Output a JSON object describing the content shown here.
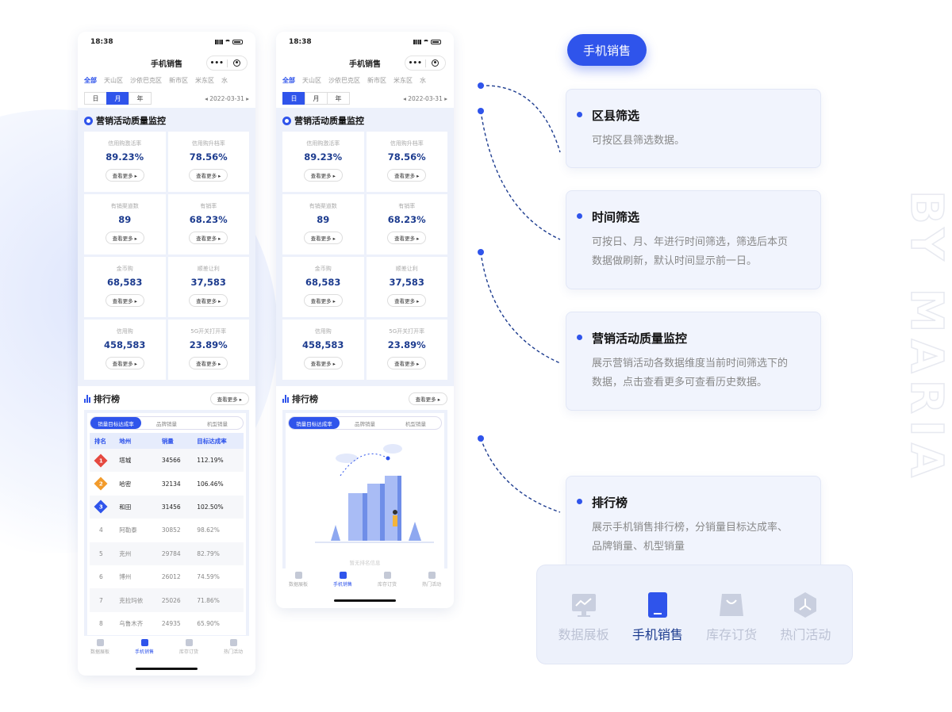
{
  "watermark": "BY MARIA",
  "phone": {
    "time": "18:38",
    "nav_title": "手机销售",
    "capsule_more": "•••",
    "districts": [
      "全部",
      "天山区",
      "沙依巴克区",
      "新市区",
      "米东区",
      "水"
    ],
    "time_tabs": [
      "日",
      "月",
      "年"
    ],
    "date": "◂ 2022-03-31 ▸",
    "section_title": "营销活动质量监控",
    "more_label": "查看更多 ▸",
    "metrics": [
      {
        "label": "信用购激活率",
        "value": "89.23%"
      },
      {
        "label": "信用购升档率",
        "value": "78.56%"
      },
      {
        "label": "有销渠道数",
        "value": "89"
      },
      {
        "label": "有销率",
        "value": "68.23%"
      },
      {
        "label": "金币购",
        "value": "68,583"
      },
      {
        "label": "顺差让利",
        "value": "37,583"
      },
      {
        "label": "信用购",
        "value": "458,583"
      },
      {
        "label": "5G开关打开率",
        "value": "23.89%"
      }
    ],
    "rank_title": "排行榜",
    "rank_tabs": [
      "销量目标达成率",
      "品牌销量",
      "机型销量"
    ],
    "table_headers": [
      "排名",
      "地州",
      "销量",
      "目标达成率"
    ],
    "rows": [
      [
        "1",
        "塔城",
        "34566",
        "112.19%"
      ],
      [
        "2",
        "哈密",
        "32134",
        "106.46%"
      ],
      [
        "3",
        "和田",
        "31456",
        "102.50%"
      ],
      [
        "4",
        "阿勒泰",
        "30852",
        "98.62%"
      ],
      [
        "5",
        "克州",
        "29784",
        "82.79%"
      ],
      [
        "6",
        "博州",
        "26012",
        "74.59%"
      ],
      [
        "7",
        "克拉玛依",
        "25026",
        "71.86%"
      ],
      [
        "8",
        "乌鲁木齐",
        "24935",
        "65.90%"
      ]
    ],
    "medal_colors": [
      "#e5483f",
      "#f29b2c",
      "#2f54eb"
    ],
    "empty_text": "暂无排名信息",
    "tabbar": [
      "数据展板",
      "手机销售",
      "库存订货",
      "热门活动"
    ]
  },
  "annotations": {
    "pill": "手机销售",
    "cards": [
      {
        "title": "区县筛选",
        "desc": [
          "可按区县筛选数据。"
        ]
      },
      {
        "title": "时间筛选",
        "desc": [
          "可按日、月、年进行时间筛选，筛选后本页",
          "数据做刷新，默认时间显示前一日。"
        ]
      },
      {
        "title": "营销活动质量监控",
        "desc": [
          "展示营销活动各数据维度当前时间筛选下的",
          "数据，点击查看更多可查看历史数据。"
        ]
      },
      {
        "title": "排行榜",
        "desc": [
          "展示手机销售排行榜，分销量目标达成率、",
          "品牌销量、机型销量"
        ]
      }
    ]
  },
  "accent": "#2f54eb"
}
